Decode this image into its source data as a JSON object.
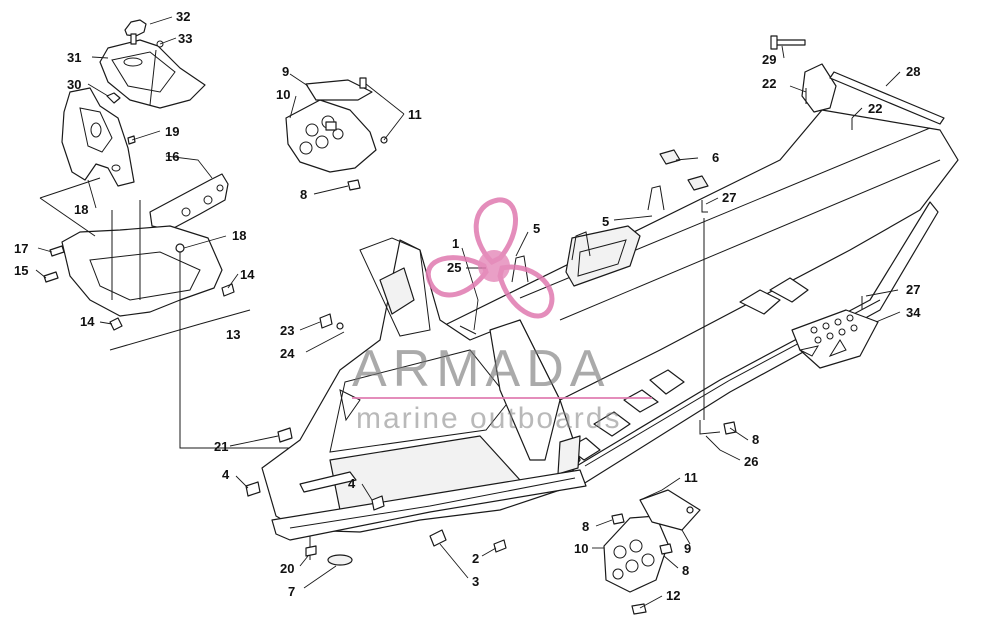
{
  "watermark": {
    "title": "ARMADA",
    "subtitle": "marine outboards",
    "logo_color": "#e07ab0"
  },
  "callouts": [
    {
      "id": "c32",
      "label": "32"
    },
    {
      "id": "c33",
      "label": "33"
    },
    {
      "id": "c31",
      "label": "31"
    },
    {
      "id": "c30",
      "label": "30"
    },
    {
      "id": "c19",
      "label": "19"
    },
    {
      "id": "c16",
      "label": "16"
    },
    {
      "id": "c18a",
      "label": "18"
    },
    {
      "id": "c18b",
      "label": "18"
    },
    {
      "id": "c17",
      "label": "17"
    },
    {
      "id": "c15",
      "label": "15"
    },
    {
      "id": "c14a",
      "label": "14"
    },
    {
      "id": "c14b",
      "label": "14"
    },
    {
      "id": "c13",
      "label": "13"
    },
    {
      "id": "c9a",
      "label": "9"
    },
    {
      "id": "c10a",
      "label": "10"
    },
    {
      "id": "c11a",
      "label": "11"
    },
    {
      "id": "c8a",
      "label": "8"
    },
    {
      "id": "c1",
      "label": "1"
    },
    {
      "id": "c25",
      "label": "25"
    },
    {
      "id": "c5a",
      "label": "5"
    },
    {
      "id": "c5b",
      "label": "5"
    },
    {
      "id": "c6",
      "label": "6"
    },
    {
      "id": "c27a",
      "label": "27"
    },
    {
      "id": "c29",
      "label": "29"
    },
    {
      "id": "c28",
      "label": "28"
    },
    {
      "id": "c22a",
      "label": "22"
    },
    {
      "id": "c22b",
      "label": "22"
    },
    {
      "id": "c27b",
      "label": "27"
    },
    {
      "id": "c34",
      "label": "34"
    },
    {
      "id": "c23",
      "label": "23"
    },
    {
      "id": "c24",
      "label": "24"
    },
    {
      "id": "c21",
      "label": "21"
    },
    {
      "id": "c4a",
      "label": "4"
    },
    {
      "id": "c4b",
      "label": "4"
    },
    {
      "id": "c8b",
      "label": "8"
    },
    {
      "id": "c26",
      "label": "26"
    },
    {
      "id": "c11b",
      "label": "11"
    },
    {
      "id": "c8c",
      "label": "8"
    },
    {
      "id": "c10b",
      "label": "10"
    },
    {
      "id": "c9b",
      "label": "9"
    },
    {
      "id": "c8d",
      "label": "8"
    },
    {
      "id": "c2",
      "label": "2"
    },
    {
      "id": "c3",
      "label": "3"
    },
    {
      "id": "c20",
      "label": "20"
    },
    {
      "id": "c7",
      "label": "7"
    },
    {
      "id": "c12",
      "label": "12"
    }
  ]
}
